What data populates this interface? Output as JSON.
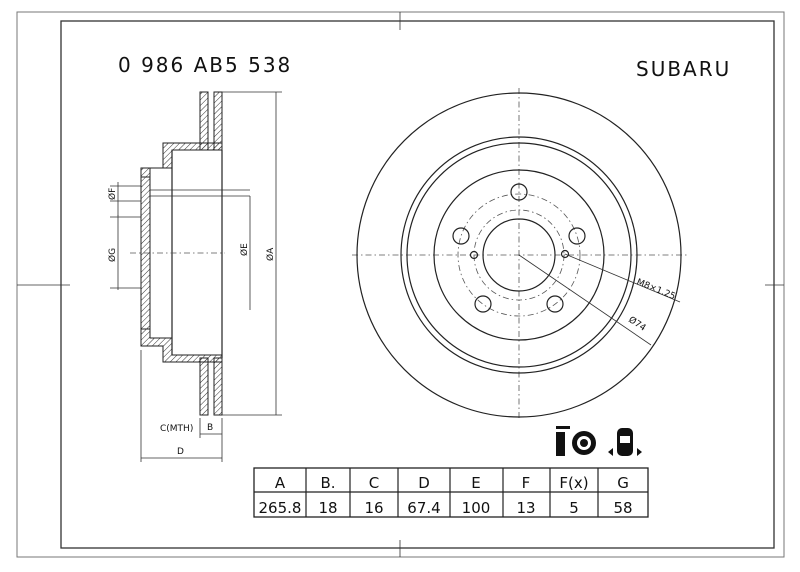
{
  "header": {
    "part_number": "0 986 AB5 538",
    "brand": "SUBARU"
  },
  "side_view": {
    "label_f": "ØF",
    "label_g": "ØG",
    "label_e": "ØE",
    "label_a": "ØA",
    "label_c": "C(MTH)",
    "label_b": "B",
    "label_d": "D"
  },
  "front_view": {
    "thread_label": "M8×1.25",
    "bolt_circle_label": "Ø74"
  },
  "icons": [
    "brake-disc-icon",
    "car-rear-axle-icon"
  ],
  "table": {
    "headers": [
      "A",
      "B.",
      "C",
      "D",
      "E",
      "F",
      "F(x)",
      "G"
    ],
    "values": [
      "265.8",
      "18",
      "16",
      "67.4",
      "100",
      "13",
      "5",
      "58"
    ]
  }
}
